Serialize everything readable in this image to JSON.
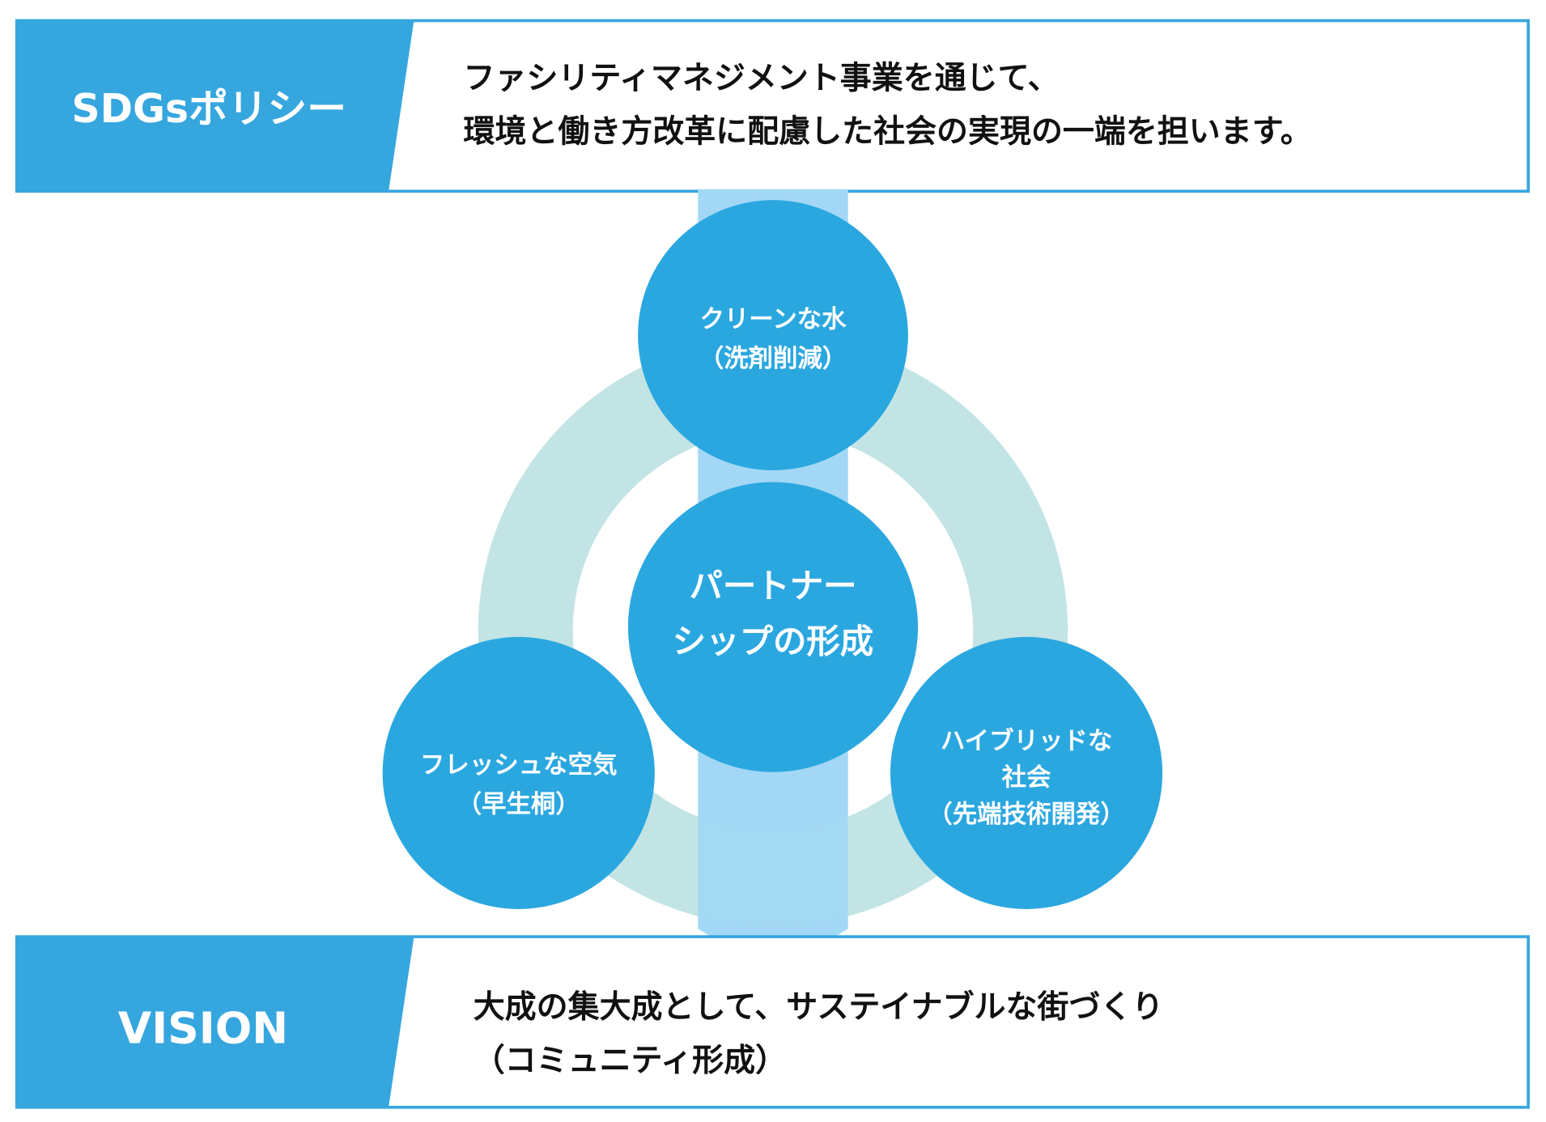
{
  "policy": {
    "label": "SDGsポリシー",
    "lines": [
      "ファシリティマネジメント事業を通じて、",
      "環境と働き方改革に配慮した社会の実現の一端を担います。"
    ]
  },
  "circles": {
    "top": [
      "クリーンな水",
      "（洗剤削減）"
    ],
    "center": [
      "パートナー",
      "シップの形成"
    ],
    "left": [
      "フレッシュな空気",
      "（早生桐）"
    ],
    "right": [
      "ハイブリッドな",
      "社会",
      "（先端技術開発）"
    ]
  },
  "vision": {
    "label": "VISION",
    "lines": [
      "大成の集大成として、サステイナブルな街づくり",
      "（コミュニティ形成）"
    ]
  },
  "colors": {
    "blue": "#36a6df",
    "circle": "#2ba7e0",
    "arrow": "#a2d8f4",
    "ring": "#c2e4e4"
  }
}
